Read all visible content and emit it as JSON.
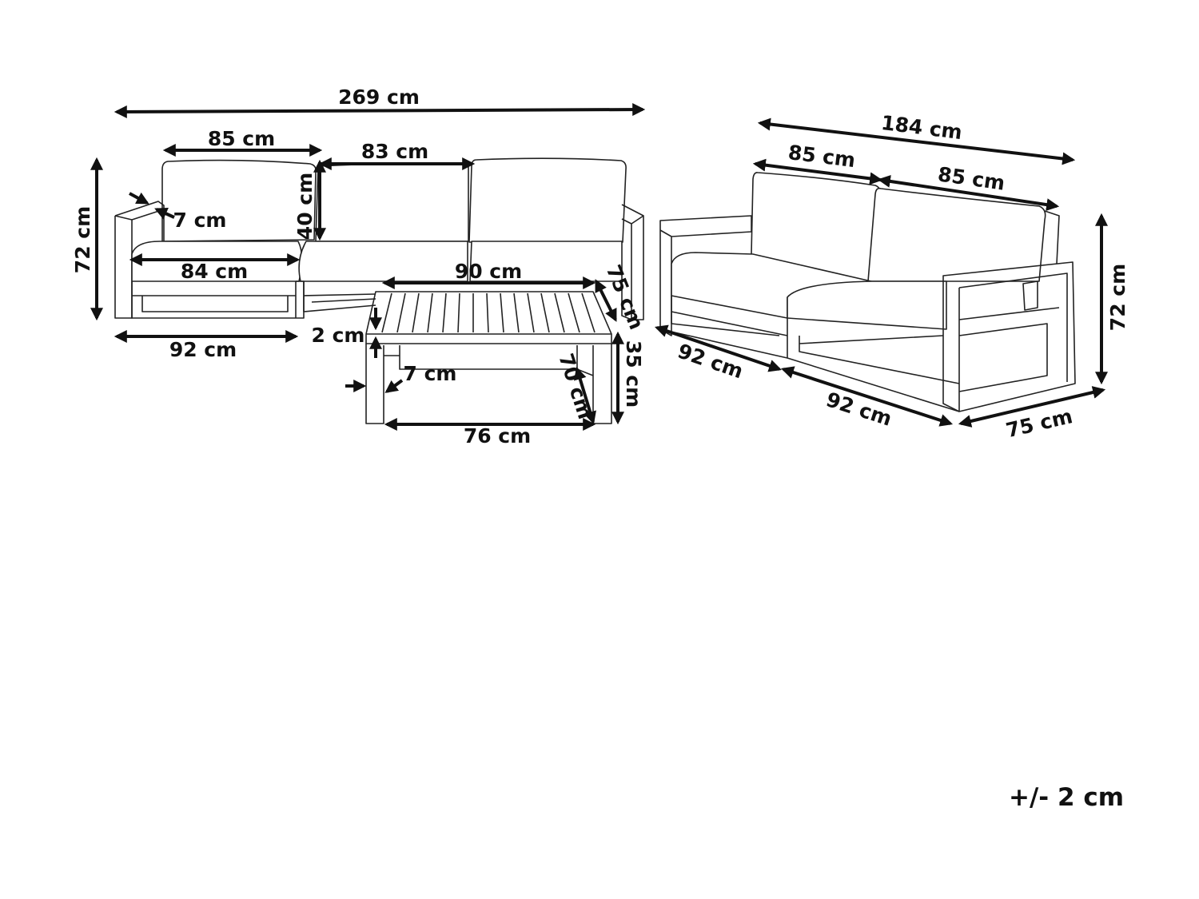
{
  "colors": {
    "line": "#222222",
    "text": "#111111",
    "background": "#ffffff"
  },
  "corner_sofa": {
    "total_width": "269 cm",
    "back_cushion_width": "85 cm",
    "middle_seat_width": "83 cm",
    "back_cushion_height": "40 cm",
    "armrest_width": "7 cm",
    "height": "72 cm",
    "seat_width": "84 cm",
    "depth": "92 cm"
  },
  "coffee_table": {
    "width": "90 cm",
    "depth": "75 cm",
    "top_thickness": "2 cm",
    "leg_width": "7 cm",
    "inner_depth": "70 cm",
    "height": "35 cm",
    "inner_width": "76 cm"
  },
  "two_seater": {
    "total_width": "184 cm",
    "left_cushion_width": "85 cm",
    "right_cushion_width": "85 cm",
    "depth_left": "92 cm",
    "depth_front": "92 cm",
    "arm_depth": "75 cm",
    "height": "72 cm"
  },
  "tolerance": "+/- 2 cm"
}
